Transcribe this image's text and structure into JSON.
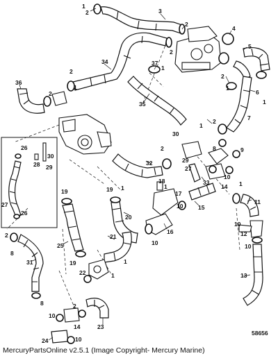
{
  "diagram": {
    "figure_number": "58656",
    "footer": "MercuryPartsOnline v2.5.1 (Image Copyright- Mercury Marine)",
    "callouts": {
      "c1_a": "1",
      "c2_a": "2",
      "c3": "3",
      "c2_b": "2",
      "c4": "4",
      "c2_c": "2",
      "c5": "5",
      "c34": "34",
      "c37": "37",
      "c1_b": "1",
      "c2_d": "2",
      "c1_c": "1",
      "c36": "36",
      "c2_e": "2",
      "c35": "35",
      "c1_d": "1",
      "c2_f": "2",
      "c6": "6",
      "c1_e": "1",
      "c7": "7",
      "c1_f": "1",
      "c2_g": "2",
      "c30_a": "30",
      "c26_a": "26",
      "c30_b": "30",
      "c28": "28",
      "c29_a": "29",
      "c2_h": "2",
      "c29_b": "29",
      "c8_a": "8",
      "c9": "9",
      "c32": "32",
      "c27_a": "27",
      "c33": "33",
      "c10_a": "10",
      "c14_a": "14",
      "c1_g": "1",
      "c27_b": "27",
      "c26_b": "26",
      "c18": "18",
      "c1_h": "1",
      "c19_a": "19",
      "c19_b": "19",
      "c1_i": "1",
      "c17": "17",
      "c15": "15",
      "c11": "11",
      "c20": "20",
      "c16": "16",
      "c10_b": "10",
      "c10_c": "10",
      "c12": "12",
      "c25": "25",
      "c21": "21",
      "c10_d": "10",
      "c10_e": "10",
      "c2_i": "2",
      "c19_c": "19",
      "c1_j": "1",
      "c8_b": "8",
      "c31": "31",
      "c22": "22",
      "c1_k": "1",
      "c13": "13",
      "c8_c": "8",
      "c2_j": "2",
      "c10_f": "10",
      "c14_b": "14",
      "c23": "23",
      "c24": "24",
      "c10_g": "10"
    }
  }
}
